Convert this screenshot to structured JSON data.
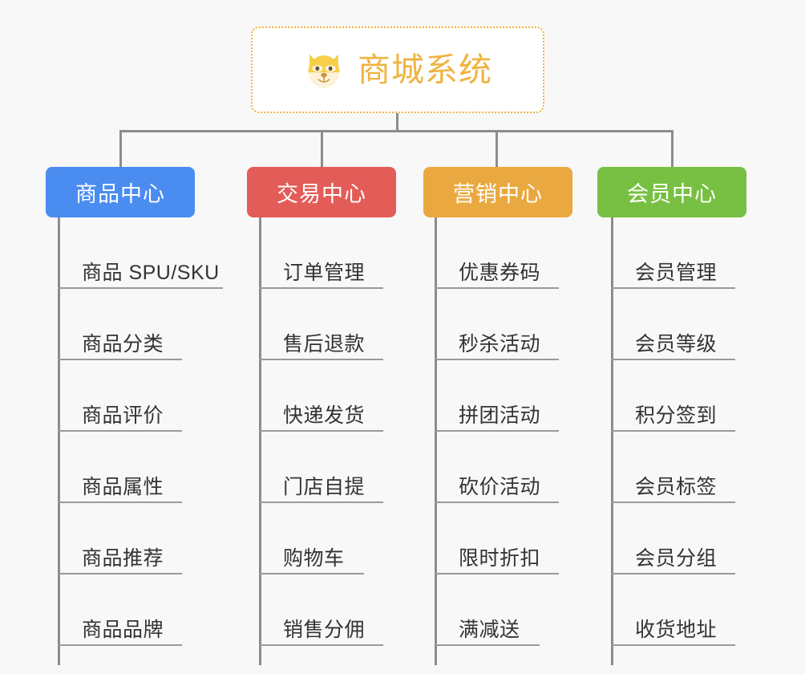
{
  "background_color": "#f8f8f8",
  "root": {
    "title": "商城系统",
    "icon": "dog-face-icon",
    "text_color": "#f0b340",
    "border_color": "#efb23f",
    "background_color": "#ffffff"
  },
  "connector_color": "#8c8c8c",
  "branches": [
    {
      "label": "商品中心",
      "color": "#4a8cf0",
      "items": [
        "商品 SPU/SKU",
        "商品分类",
        "商品评价",
        "商品属性",
        "商品推荐",
        "商品品牌"
      ]
    },
    {
      "label": "交易中心",
      "color": "#e45c58",
      "items": [
        "订单管理",
        "售后退款",
        "快递发货",
        "门店自提",
        "购物车",
        "销售分佣"
      ]
    },
    {
      "label": "营销中心",
      "color": "#eaa940",
      "items": [
        "优惠券码",
        "秒杀活动",
        "拼团活动",
        "砍价活动",
        "限时折扣",
        "满减送"
      ]
    },
    {
      "label": "会员中心",
      "color": "#78c043",
      "items": [
        "会员管理",
        "会员等级",
        "积分签到",
        "会员标签",
        "会员分组",
        "收货地址"
      ]
    }
  ]
}
